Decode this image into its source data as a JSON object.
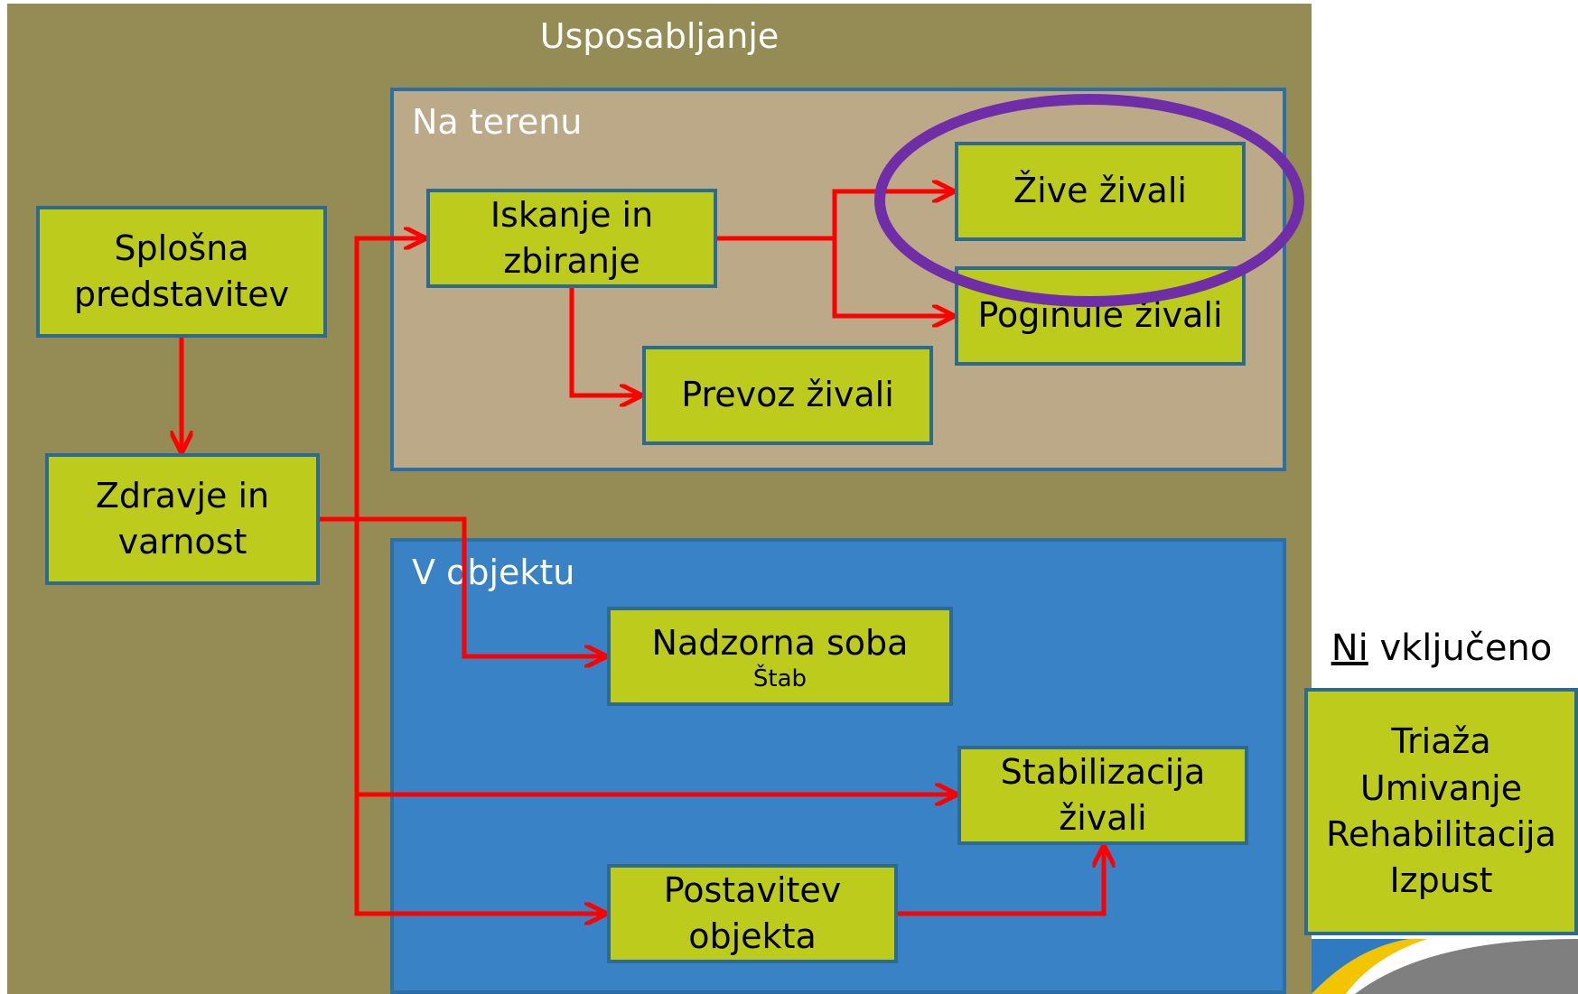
{
  "title": "Usposabljanje",
  "panels": {
    "field": {
      "title": "Na terenu"
    },
    "facility": {
      "title": "V objektu"
    }
  },
  "boxes": {
    "general": {
      "lines": [
        "Splošna",
        "predstavitev"
      ]
    },
    "health": {
      "lines": [
        "Zdravje in",
        "varnost"
      ]
    },
    "search": {
      "lines": [
        "Iskanje in",
        "zbiranje"
      ]
    },
    "live": {
      "lines": [
        "Žive živali"
      ]
    },
    "dead": {
      "lines": [
        "Poginule živali"
      ]
    },
    "transport": {
      "lines": [
        "Prevoz živali"
      ]
    },
    "control": {
      "lines": [
        "Nadzorna soba"
      ],
      "sub": "Štab"
    },
    "stabilization": {
      "lines": [
        "Stabilizacija",
        "živali"
      ]
    },
    "setup": {
      "lines": [
        "Postavitev",
        "objekta"
      ]
    },
    "excluded": {
      "lines": [
        "Triaža",
        "Umivanje",
        "Rehabilitacija",
        "Izpust"
      ]
    }
  },
  "excluded_label": {
    "prefix": "Ni",
    "rest": " vključeno"
  },
  "colors": {
    "outer": "#958b55",
    "field_panel": "#bca988",
    "facility_panel": "#3a82c6",
    "box_fill": "#bccb1c",
    "box_border": "#2d6a90",
    "arrow": "#ff0000",
    "highlight": "#6f2da8"
  }
}
